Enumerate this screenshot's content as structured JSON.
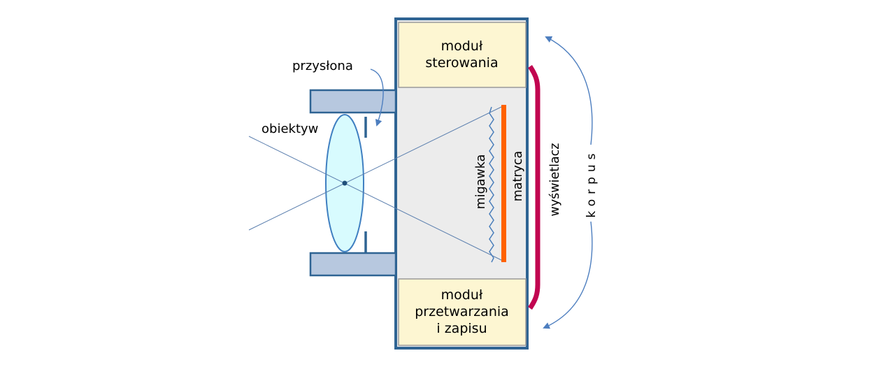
{
  "diagram": {
    "subject": "digital camera schematic",
    "labels": {
      "aperture": "przysłona",
      "lens": "obiektyw",
      "shutter": "migawka",
      "sensor": "matryca",
      "display": "wyświetlacz",
      "body": "korpus",
      "control_module": [
        "moduł",
        "sterowania"
      ],
      "processing_module": [
        "moduł",
        "przetwarzania",
        "i zapisu"
      ]
    },
    "colors": {
      "body_outline": "#2f6493",
      "body_fill": "#ececec",
      "module_fill": "#fdf6d2",
      "module_border": "#9a9a9a",
      "barrel_fill": "#b7c8df",
      "lens_fill": "#d8fbfe",
      "lens_stroke": "#3f7fc1",
      "sensor": "#ff6200",
      "display": "#c10550",
      "arrow_blue": "#4d7ebf",
      "text": "#000000"
    }
  }
}
